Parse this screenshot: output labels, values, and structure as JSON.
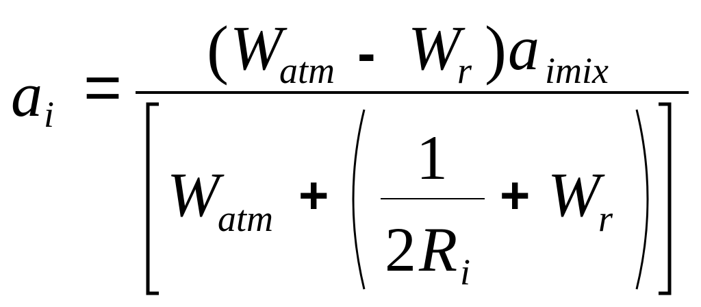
{
  "equation": {
    "lhs": {
      "symbol": "a",
      "subscript": "i"
    },
    "equals": "=",
    "numerator": {
      "open_paren": "(",
      "w1": "W",
      "w1_sub": "atm",
      "minus": "-",
      "w2": "W",
      "w2_sub": "r",
      "close_paren": ")",
      "a": "a",
      "a_sub": "imix"
    },
    "denominator": {
      "w1": "W",
      "w1_sub": "atm",
      "plus1": "+",
      "frac_num": "1",
      "frac_den_coef": "2",
      "frac_den_R": "R",
      "frac_den_R_sub": "i",
      "plus2": "+",
      "w2": "W",
      "w2_sub": "r"
    }
  }
}
